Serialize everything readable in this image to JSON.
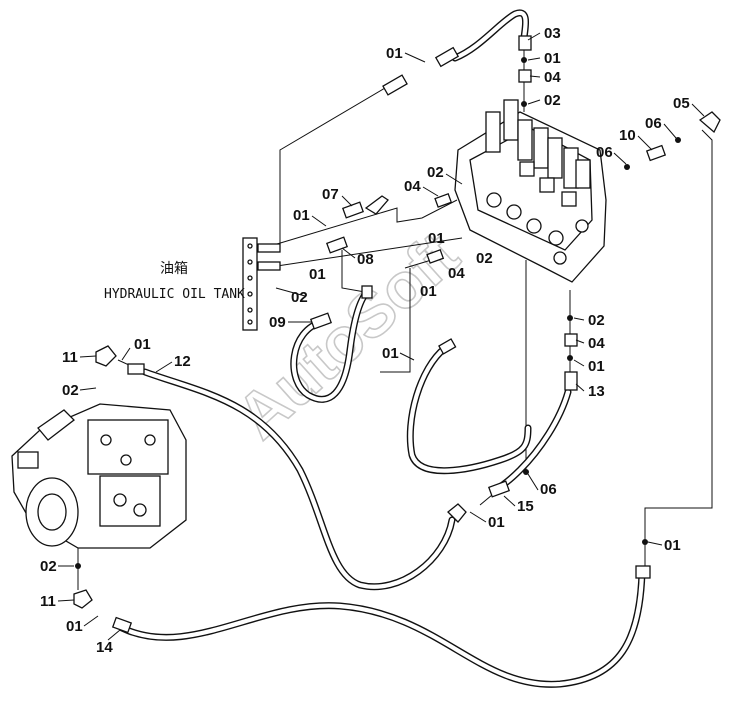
{
  "tank": {
    "cn": "油箱",
    "en": "HYDRAULIC OIL TANK"
  },
  "watermark": "AutoSoft",
  "callouts": [
    {
      "id": "c1",
      "text": "01"
    },
    {
      "id": "c2",
      "text": "03"
    },
    {
      "id": "c3",
      "text": "01"
    },
    {
      "id": "c4",
      "text": "04"
    },
    {
      "id": "c5",
      "text": "02"
    },
    {
      "id": "c6",
      "text": "05"
    },
    {
      "id": "c7",
      "text": "06"
    },
    {
      "id": "c8",
      "text": "10"
    },
    {
      "id": "c9",
      "text": "06"
    },
    {
      "id": "c10",
      "text": "02"
    },
    {
      "id": "c11",
      "text": "04"
    },
    {
      "id": "c12",
      "text": "07"
    },
    {
      "id": "c13",
      "text": "01"
    },
    {
      "id": "c14",
      "text": "01"
    },
    {
      "id": "c15",
      "text": "08"
    },
    {
      "id": "c16",
      "text": "04"
    },
    {
      "id": "c17",
      "text": "02"
    },
    {
      "id": "c18",
      "text": "01"
    },
    {
      "id": "c19",
      "text": "02"
    },
    {
      "id": "c20",
      "text": "01"
    },
    {
      "id": "c21",
      "text": "09"
    },
    {
      "id": "c22",
      "text": "02"
    },
    {
      "id": "c23",
      "text": "04"
    },
    {
      "id": "c24",
      "text": "01"
    },
    {
      "id": "c25",
      "text": "13"
    },
    {
      "id": "c26",
      "text": "01"
    },
    {
      "id": "c27",
      "text": "11"
    },
    {
      "id": "c28",
      "text": "01"
    },
    {
      "id": "c29",
      "text": "12"
    },
    {
      "id": "c30",
      "text": "02"
    },
    {
      "id": "c31",
      "text": "06"
    },
    {
      "id": "c32",
      "text": "15"
    },
    {
      "id": "c33",
      "text": "01"
    },
    {
      "id": "c34",
      "text": "02"
    },
    {
      "id": "c35",
      "text": "01"
    },
    {
      "id": "c36",
      "text": "11"
    },
    {
      "id": "c37",
      "text": "01"
    },
    {
      "id": "c38",
      "text": "14"
    }
  ]
}
